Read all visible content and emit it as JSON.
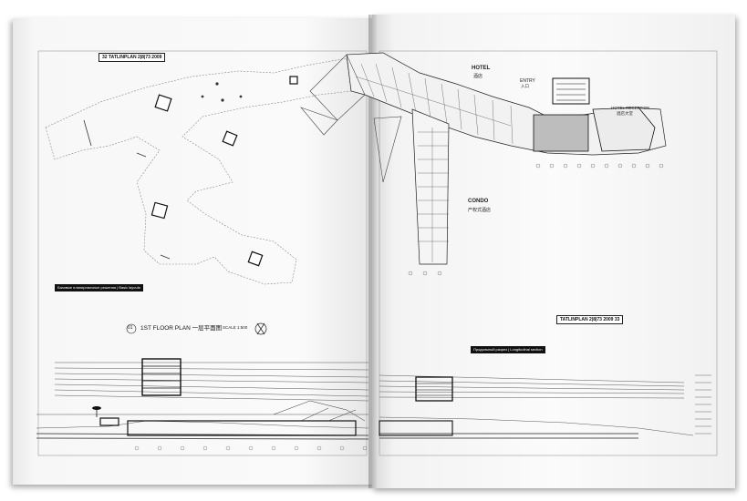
{
  "left_page": {
    "header_tag": "32  TATLINPLAN 2|8|73  2009",
    "caption_tag": "Базовые планировочные решения | Basic layouts",
    "plan_title_num": "01",
    "plan_title": "1ST FLOOR PLAN",
    "plan_title_cn": "一层平面图",
    "scale": "SCALE 1:500"
  },
  "right_page": {
    "footer_tag": "TATLINPLAN 2|8|73  2009  33",
    "section_tag": "Продольный разрез | Longitudinal section",
    "hotel_label": "HOTEL",
    "hotel_label_cn": "酒店",
    "entry_label": "ENTRY",
    "entry_label_cn": "入口",
    "reception_label": "HOTEL RECEPTION",
    "reception_label_cn": "酒店大堂",
    "condo_label": "CONDO",
    "condo_label_cn": "产权式酒店"
  }
}
